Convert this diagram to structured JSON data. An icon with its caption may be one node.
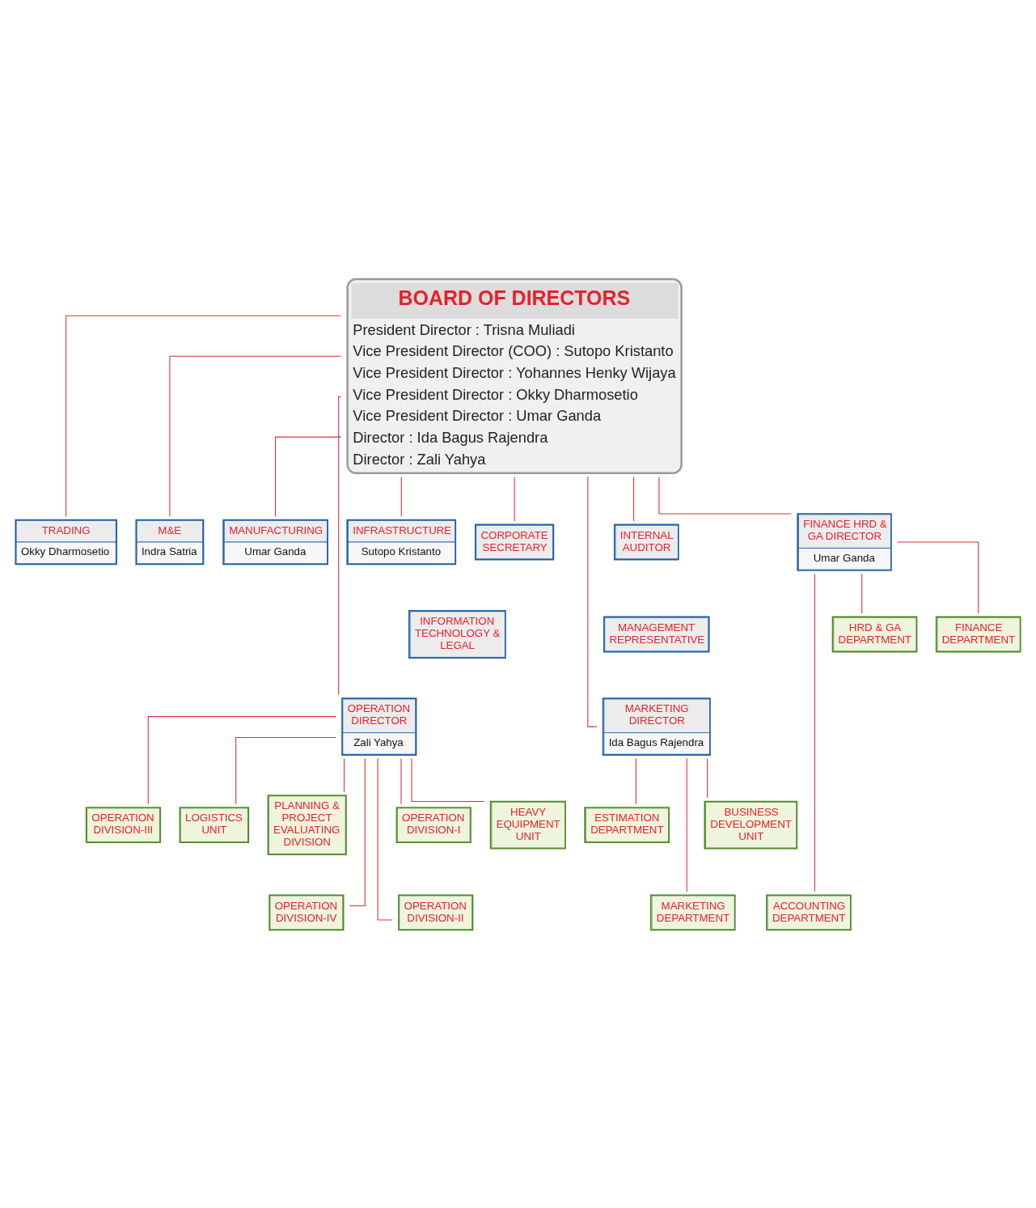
{
  "diagram": {
    "nodes": [
      {
        "text": [
          "BOARD OF DIRECTORS",
          "President Director : Trisna Muliadi",
          "Vice President Director (COO) : Sutopo Kristanto",
          "Vice President Director : Yohannes Henky Wijaya",
          "Vice President Director : Okky Dharmosetio",
          "Vice President Director : Umar Ganda",
          "Director : Ida Bagus Rajendra",
          "Director : Zali Yahya"
        ]
      },
      {
        "text": [
          "TRADING",
          "Okky Dharmosetio"
        ]
      },
      {
        "text": [
          "M&E",
          "Indra Satria"
        ]
      },
      {
        "text": [
          "MANUFACTURING",
          "Umar Ganda"
        ]
      },
      {
        "text": [
          "INFRASTRUCTURE",
          "Sutopo Kristanto"
        ]
      },
      {
        "text": [
          "CORPORATE SECRETARY"
        ]
      },
      {
        "text": [
          "INTERNAL AUDITOR"
        ]
      },
      {
        "text": [
          "INFORMATION TECHNOLOGY & LEGAL"
        ]
      },
      {
        "text": [
          "MANAGEMENT REPRESENTATIVE"
        ]
      },
      {
        "text": [
          "OPERATION DIRECTOR",
          "Zali Yahya"
        ]
      },
      {
        "text": [
          "MARKETING DIRECTOR",
          "Ida Bagus Rajendra"
        ]
      },
      {
        "text": [
          "FINANCE HRD & GA DIRECTOR",
          "Umar Ganda"
        ]
      },
      {
        "text": [
          "HEAVY EQUIPMENT UNIT"
        ]
      },
      {
        "text": [
          "LOGISTICS UNIT"
        ]
      },
      {
        "text": [
          "BUSINESS DEVELOPMENT UNIT"
        ]
      },
      {
        "text": [
          "OPERATION DIVISION-I"
        ]
      },
      {
        "text": [
          "OPERATION DIVISION-II"
        ]
      },
      {
        "text": [
          "OPERATION DIVISION-III"
        ]
      },
      {
        "text": [
          "OPERATION DIVISION-IV"
        ]
      },
      {
        "text": [
          "PLANNING & PROJECT EVALUATING DIVISION"
        ]
      },
      {
        "text": [
          "MARKETING DEPARTMENT"
        ]
      },
      {
        "text": [
          "ESTIMATION DEPARTMENT"
        ]
      },
      {
        "text": [
          "FINANCE DEPARTMENT"
        ]
      },
      {
        "text": [
          "ACCOUNTING DEPARTMENT"
        ]
      },
      {
        "text": [
          "HRD & GA DEPARTMENT"
        ]
      }
    ],
    "edges": [
      {
        "from": 0,
        "to": 1,
        "arrow": "none"
      },
      {
        "from": 0,
        "to": 2,
        "arrow": "none"
      },
      {
        "from": 0,
        "to": 3,
        "arrow": "none"
      },
      {
        "from": 0,
        "to": 4,
        "arrow": "none"
      },
      {
        "from": 0,
        "to": 5,
        "arrow": "none"
      },
      {
        "from": 0,
        "to": 6,
        "arrow": "none"
      },
      {
        "from": 0,
        "to": 9,
        "arrow": "none"
      },
      {
        "from": 0,
        "to": 10,
        "arrow": "none"
      },
      {
        "from": 0,
        "to": 11,
        "arrow": "none"
      },
      {
        "from": 9,
        "to": 12,
        "arrow": "none"
      },
      {
        "from": 9,
        "to": 13,
        "arrow": "none"
      },
      {
        "from": 10,
        "to": 14,
        "arrow": "none"
      },
      {
        "from": 9,
        "to": 15,
        "arrow": "none"
      },
      {
        "from": 9,
        "to": 16,
        "arrow": "none"
      },
      {
        "from": 9,
        "to": 17,
        "arrow": "none"
      },
      {
        "from": 9,
        "to": 18,
        "arrow": "none"
      },
      {
        "from": 9,
        "to": 19,
        "arrow": "none"
      },
      {
        "from": 10,
        "to": 20,
        "arrow": "none"
      },
      {
        "from": 10,
        "to": 21,
        "arrow": "none"
      },
      {
        "from": 11,
        "to": 22,
        "arrow": "none"
      },
      {
        "from": 11,
        "to": 23,
        "arrow": "none"
      },
      {
        "from": 11,
        "to": 24,
        "arrow": "none"
      }
    ]
  }
}
